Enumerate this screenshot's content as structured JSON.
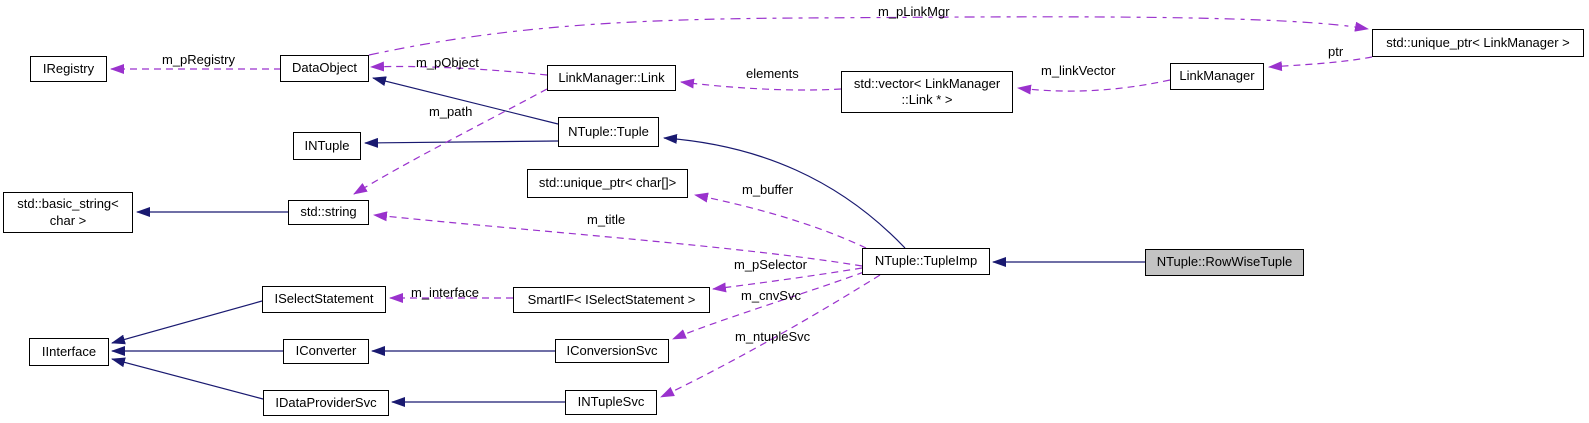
{
  "diagram": {
    "kind": "collaboration-graph",
    "highlighted_node": "NTuple::RowWiseTuple",
    "colors": {
      "background": "#ffffff",
      "node_background": "#ffffff",
      "node_border": "#000000",
      "highlight_background": "#c3c3c3",
      "inheritance_edge": "#191970",
      "usage_edge": "#9a32cd"
    },
    "nodes": {
      "iregistry": {
        "label": "IRegistry"
      },
      "dataobject": {
        "label": "DataObject"
      },
      "linkmanager_link": {
        "label": "LinkManager::Link"
      },
      "vector_link": {
        "label": "std::vector< LinkManager\n::Link * >"
      },
      "linkmanager": {
        "label": "LinkManager"
      },
      "unique_ptr_linkmanager": {
        "label": "std::unique_ptr< LinkManager >"
      },
      "intuple": {
        "label": "INTuple"
      },
      "ntuple_tuple": {
        "label": "NTuple::Tuple"
      },
      "unique_ptr_char": {
        "label": "std::unique_ptr< char[]>"
      },
      "basic_string": {
        "label": "std::basic_string<\nchar >"
      },
      "std_string": {
        "label": "std::string"
      },
      "iinterface": {
        "label": "IInterface"
      },
      "iselectstatement": {
        "label": "ISelectStatement"
      },
      "iconverter": {
        "label": "IConverter"
      },
      "idataprovidersvc": {
        "label": "IDataProviderSvc"
      },
      "smartif": {
        "label": "SmartIF< ISelectStatement >"
      },
      "iconversionsvc": {
        "label": "IConversionSvc"
      },
      "intuplesvc": {
        "label": "INTupleSvc"
      },
      "tupleimp": {
        "label": "NTuple::TupleImp"
      },
      "rowwisetuple": {
        "label": "NTuple::RowWiseTuple"
      }
    },
    "edge_labels": {
      "m_pRegistry": "m_pRegistry",
      "m_pObject": "m_pObject",
      "m_path": "m_path",
      "m_pLinkMgr": "m_pLinkMgr",
      "elements": "elements",
      "m_linkVector": "m_linkVector",
      "ptr": "ptr",
      "m_buffer": "m_buffer",
      "m_title": "m_title",
      "m_pSelector": "m_pSelector",
      "m_cnvSvc": "m_cnvSvc",
      "m_ntupleSvc": "m_ntupleSvc",
      "m_interface": "m_interface"
    },
    "edges": [
      {
        "from": "DataObject",
        "to": "IRegistry",
        "label": "m_pRegistry",
        "type": "usage"
      },
      {
        "from": "DataObject",
        "to": "std::unique_ptr< LinkManager >",
        "label": "m_pLinkMgr",
        "type": "usage"
      },
      {
        "from": "LinkManager::Link",
        "to": "DataObject",
        "label": "m_pObject",
        "type": "usage"
      },
      {
        "from": "LinkManager::Link",
        "to": "std::string",
        "label": "m_path",
        "type": "usage"
      },
      {
        "from": "std::vector< LinkManager::Link * >",
        "to": "LinkManager::Link",
        "label": "elements",
        "type": "usage"
      },
      {
        "from": "LinkManager",
        "to": "std::vector< LinkManager::Link * >",
        "label": "m_linkVector",
        "type": "usage"
      },
      {
        "from": "std::unique_ptr< LinkManager >",
        "to": "LinkManager",
        "label": "ptr",
        "type": "usage"
      },
      {
        "from": "NTuple::Tuple",
        "to": "DataObject",
        "type": "inheritance"
      },
      {
        "from": "NTuple::Tuple",
        "to": "INTuple",
        "type": "inheritance"
      },
      {
        "from": "NTuple::TupleImp",
        "to": "NTuple::Tuple",
        "type": "inheritance"
      },
      {
        "from": "NTuple::RowWiseTuple",
        "to": "NTuple::TupleImp",
        "type": "inheritance"
      },
      {
        "from": "std::string",
        "to": "std::basic_string< char >",
        "type": "inheritance"
      },
      {
        "from": "NTuple::TupleImp",
        "to": "std::unique_ptr< char[]>",
        "label": "m_buffer",
        "type": "usage"
      },
      {
        "from": "NTuple::TupleImp",
        "to": "std::string",
        "label": "m_title",
        "type": "usage"
      },
      {
        "from": "NTuple::TupleImp",
        "to": "SmartIF< ISelectStatement >",
        "label": "m_pSelector",
        "type": "usage"
      },
      {
        "from": "NTuple::TupleImp",
        "to": "IConversionSvc",
        "label": "m_cnvSvc",
        "type": "usage"
      },
      {
        "from": "NTuple::TupleImp",
        "to": "INTupleSvc",
        "label": "m_ntupleSvc",
        "type": "usage"
      },
      {
        "from": "SmartIF< ISelectStatement >",
        "to": "ISelectStatement",
        "label": "m_interface",
        "type": "usage"
      },
      {
        "from": "ISelectStatement",
        "to": "IInterface",
        "type": "inheritance"
      },
      {
        "from": "IConverter",
        "to": "IInterface",
        "type": "inheritance"
      },
      {
        "from": "IDataProviderSvc",
        "to": "IInterface",
        "type": "inheritance"
      },
      {
        "from": "IConversionSvc",
        "to": "IConverter",
        "type": "inheritance"
      },
      {
        "from": "INTupleSvc",
        "to": "IDataProviderSvc",
        "type": "inheritance"
      }
    ]
  }
}
